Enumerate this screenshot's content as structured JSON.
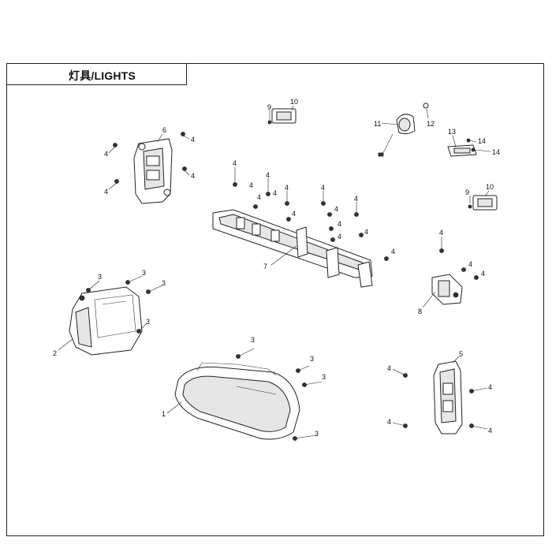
{
  "title": "灯具/LIGHTS",
  "callouts": {
    "c1": "1",
    "c2": "2",
    "c3a": "3",
    "c3b": "3",
    "c3c": "3",
    "c3d": "3",
    "c3e": "3",
    "c3f": "3",
    "c3g": "3",
    "c3h": "3",
    "c4a": "4",
    "c4b": "4",
    "c4c": "4",
    "c4d": "4",
    "c4e": "4",
    "c4f": "4",
    "c4g": "4",
    "c4h": "4",
    "c4i": "4",
    "c4j": "4",
    "c4k": "4",
    "c4l": "4",
    "c4m": "4",
    "c4n": "4",
    "c4o": "4",
    "c4p": "4",
    "c4q": "4",
    "c4r": "4",
    "c4s": "4",
    "c4t": "4",
    "c4u": "4",
    "c4v": "4",
    "c4w": "4",
    "c4x": "4",
    "c4y": "4",
    "c5": "5",
    "c6": "6",
    "c7": "7",
    "c8": "8",
    "c9a": "9",
    "c9b": "9",
    "c10a": "10",
    "c10b": "10",
    "c11": "11",
    "c12": "12",
    "c13": "13",
    "c14a": "14",
    "c14b": "14"
  }
}
